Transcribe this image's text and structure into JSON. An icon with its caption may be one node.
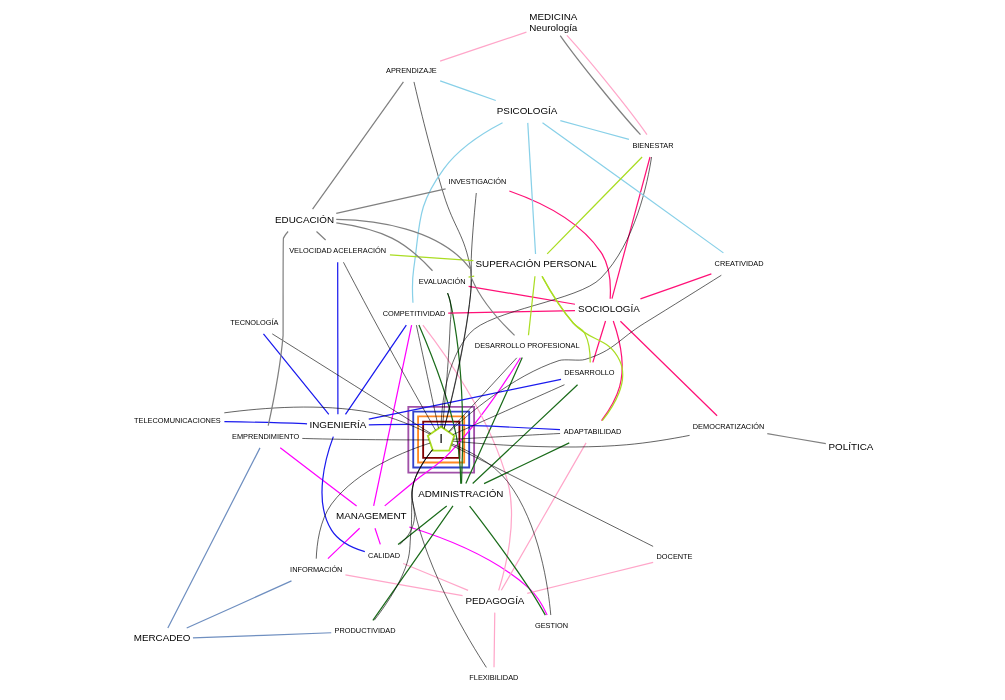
{
  "diagram": {
    "nodes": [
      {
        "text": [
          "MANAGEMENT"
        ]
      },
      {
        "text": [
          "PEDAGOGÍA"
        ]
      },
      {
        "text": [
          "ADMINISTRACIÓN"
        ]
      },
      {
        "text": [
          "MERCADEO"
        ]
      },
      {
        "text": [
          "INGENIERÍA"
        ]
      },
      {
        "text": [
          "CALIDAD"
        ]
      },
      {
        "text": [
          "TECNOLOGÍA"
        ]
      },
      {
        "text": [
          "DOCENTE"
        ]
      },
      {
        "text": [
          "FLEXIBILIDAD"
        ]
      },
      {
        "text": [
          "GESTION"
        ]
      },
      {
        "text": [
          "COMPETITIVIDAD"
        ]
      },
      {
        "text": [
          "ADAPTABILIDAD"
        ]
      },
      {
        "text": [
          "DEMOCRATIZACIÓN"
        ]
      },
      {
        "text": [
          "DESARROLLO"
        ]
      },
      {
        "text": [
          "SOCIOLOGÍA"
        ]
      },
      {
        "text": [],
        "shape": "box"
      },
      {
        "text": [],
        "shape": "box",
        "in": 15
      },
      {
        "text": [],
        "shape": "box",
        "in": 16
      },
      {
        "text": [],
        "shape": "box",
        "in": 17
      },
      {
        "text": [
          "I"
        ],
        "in": 18
      },
      {
        "text": [
          "INFORMACIÓN"
        ]
      },
      {
        "text": [
          "TELECOMUNICACIONES"
        ]
      },
      {
        "text": [
          "PSICOLOGÍA"
        ]
      },
      {
        "text": [
          "BIENESTAR"
        ]
      },
      {
        "text": [
          "INVESTIGACIÓN"
        ]
      },
      {
        "text": [
          "CREATIVIDAD"
        ]
      },
      {
        "text": [
          "SUPERACIÓN PERSONAL"
        ]
      },
      {
        "text": [
          "EVALUACIÓN"
        ]
      },
      {
        "text": [
          "PRODUCTIVIDAD"
        ]
      },
      {
        "text": [
          "EMPRENDIMIENTO"
        ]
      },
      {
        "text": [
          "APRENDIZAJE"
        ]
      },
      {
        "text": [
          "DESARROLLO PROFESIONAL"
        ]
      },
      {
        "text": [
          "VELOCIDAD ACELERACIÓN"
        ]
      },
      {
        "text": [
          "POLÍTICA"
        ]
      },
      {
        "text": [
          "EDUCACIÓN"
        ]
      },
      {
        "text": [
          "MEDICINA",
          "Neurología"
        ]
      }
    ],
    "edges": [
      {
        "from": 19,
        "to": 5,
        "arrow": "none"
      },
      {
        "from": 19,
        "to": 6,
        "arrow": "none"
      },
      {
        "from": 19,
        "to": 7,
        "arrow": "none"
      },
      {
        "from": 19,
        "to": 8,
        "arrow": "none"
      },
      {
        "from": 19,
        "to": 9,
        "arrow": "none"
      },
      {
        "from": 19,
        "to": 10,
        "arrow": "none"
      },
      {
        "from": 19,
        "to": 11,
        "arrow": "none"
      },
      {
        "from": 19,
        "to": 13,
        "arrow": "none"
      },
      {
        "from": 19,
        "to": 21,
        "arrow": "none"
      },
      {
        "from": 19,
        "to": 23,
        "arrow": "none"
      },
      {
        "from": 19,
        "to": 27,
        "arrow": "none"
      },
      {
        "from": 19,
        "to": 12,
        "arrow": "none"
      },
      {
        "from": 19,
        "to": 20,
        "arrow": "none"
      },
      {
        "from": 19,
        "to": 24,
        "arrow": "none"
      },
      {
        "from": 19,
        "to": 25,
        "arrow": "none"
      },
      {
        "from": 19,
        "to": 28,
        "arrow": "none"
      },
      {
        "from": 19,
        "to": 29,
        "arrow": "none"
      },
      {
        "from": 19,
        "to": 30,
        "arrow": "none"
      },
      {
        "from": 19,
        "to": 31,
        "arrow": "none"
      },
      {
        "from": 19,
        "to": 32,
        "arrow": "none"
      },
      {
        "from": 0,
        "to": 5,
        "arrow": "none",
        "color": "#ff00ff"
      },
      {
        "from": 0,
        "to": 20,
        "arrow": "none",
        "color": "#ff00ff"
      },
      {
        "from": 0,
        "to": 9,
        "arrow": "none",
        "color": "#ff00ff"
      },
      {
        "from": 0,
        "to": 10,
        "arrow": "none",
        "color": "#ff00ff"
      },
      {
        "from": 0,
        "to": 29,
        "arrow": "none",
        "color": "#ff00ff"
      },
      {
        "from": 0,
        "to": 31,
        "arrow": "none",
        "color": "#ff00ff"
      },
      {
        "from": 1,
        "to": 5,
        "arrow": "none",
        "color": "#ffa6c9"
      },
      {
        "from": 1,
        "to": 7,
        "arrow": "none",
        "color": "#ffa6c9"
      },
      {
        "from": 1,
        "to": 8,
        "arrow": "none",
        "color": "#ffa6c9"
      },
      {
        "from": 1,
        "to": 10,
        "arrow": "none",
        "color": "#ffa6c9"
      },
      {
        "from": 1,
        "to": 11,
        "arrow": "none",
        "color": "#ffa6c9"
      },
      {
        "from": 1,
        "to": 20,
        "arrow": "none",
        "color": "#ffa6c9"
      },
      {
        "from": 2,
        "to": 5,
        "arrow": "none",
        "color": "#1a6b1a"
      },
      {
        "from": 2,
        "to": 9,
        "arrow": "none",
        "color": "#1a6b1a"
      },
      {
        "from": 2,
        "to": 10,
        "arrow": "none",
        "color": "#1a6b1a"
      },
      {
        "from": 2,
        "to": 11,
        "arrow": "none",
        "color": "#1a6b1a"
      },
      {
        "from": 2,
        "to": 13,
        "arrow": "none",
        "color": "#1a6b1a"
      },
      {
        "from": 2,
        "to": 27,
        "arrow": "none",
        "color": "#1a6b1a"
      },
      {
        "from": 2,
        "to": 28,
        "arrow": "none",
        "color": "#1a6b1a"
      },
      {
        "from": 2,
        "to": 31,
        "arrow": "none",
        "color": "#1a6b1a"
      },
      {
        "from": 3,
        "to": 20,
        "arrow": "none",
        "color": "#6f8fc0"
      },
      {
        "from": 3,
        "to": 28,
        "arrow": "none",
        "color": "#6f8fc0"
      },
      {
        "from": 3,
        "to": 29,
        "arrow": "none",
        "color": "#6f8fc0"
      },
      {
        "from": 4,
        "to": 5,
        "arrow": "none",
        "color": "#1a1aee"
      },
      {
        "from": 4,
        "to": 6,
        "arrow": "none",
        "color": "#1a1aee"
      },
      {
        "from": 4,
        "to": 10,
        "arrow": "none",
        "color": "#1a1aee"
      },
      {
        "from": 4,
        "to": 11,
        "arrow": "none",
        "color": "#1a1aee"
      },
      {
        "from": 4,
        "to": 13,
        "arrow": "none",
        "color": "#1a1aee"
      },
      {
        "from": 4,
        "to": 21,
        "arrow": "none",
        "color": "#1a1aee"
      },
      {
        "from": 4,
        "to": 32,
        "arrow": "none",
        "color": "#1a1aee"
      },
      {
        "from": 14,
        "to": 10,
        "arrow": "none",
        "color": "#ff1177"
      },
      {
        "from": 14,
        "to": 11,
        "arrow": "none",
        "color": "#ff1177"
      },
      {
        "from": 14,
        "to": 13,
        "arrow": "none",
        "color": "#ff1177"
      },
      {
        "from": 14,
        "to": 23,
        "arrow": "none",
        "color": "#ff1177"
      },
      {
        "from": 14,
        "to": 27,
        "arrow": "none",
        "color": "#ff1177"
      },
      {
        "from": 14,
        "to": 12,
        "arrow": "none",
        "color": "#ff1177"
      },
      {
        "from": 14,
        "to": 24,
        "arrow": "none",
        "color": "#ff1177"
      },
      {
        "from": 14,
        "to": 25,
        "arrow": "none",
        "color": "#ff1177"
      },
      {
        "from": 22,
        "to": 25,
        "arrow": "none",
        "color": "#88d0e8"
      },
      {
        "from": 22,
        "to": 10,
        "arrow": "none",
        "color": "#88d0e8"
      },
      {
        "from": 22,
        "to": 30,
        "arrow": "none",
        "color": "#88d0e8"
      },
      {
        "from": 22,
        "to": 23,
        "arrow": "none",
        "color": "#88d0e8"
      },
      {
        "from": 22,
        "to": 26,
        "arrow": "none",
        "color": "#88d0e8"
      },
      {
        "from": 26,
        "to": 11,
        "arrow": "none",
        "color": "#aadd22"
      },
      {
        "from": 26,
        "to": 13,
        "arrow": "none",
        "color": "#aadd22"
      },
      {
        "from": 26,
        "to": 23,
        "arrow": "none",
        "color": "#aadd22"
      },
      {
        "from": 26,
        "to": 27,
        "arrow": "none",
        "color": "#aadd22"
      },
      {
        "from": 26,
        "to": 32,
        "arrow": "none",
        "color": "#aadd22"
      },
      {
        "from": 26,
        "to": 31,
        "arrow": "none",
        "color": "#aadd22"
      },
      {
        "from": 33,
        "to": 12,
        "arrow": "none",
        "color": "#808080"
      },
      {
        "from": 34,
        "to": 24,
        "arrow": "none",
        "color": "#808080"
      },
      {
        "from": 34,
        "to": 29,
        "arrow": "none",
        "color": "#808080"
      },
      {
        "from": 34,
        "to": 30,
        "arrow": "none",
        "color": "#808080"
      },
      {
        "from": 34,
        "to": 31,
        "arrow": "none",
        "color": "#808080"
      },
      {
        "from": 34,
        "to": 32,
        "arrow": "none",
        "color": "#808080"
      },
      {
        "from": 34,
        "to": 27,
        "arrow": "none",
        "color": "#808080"
      },
      {
        "from": 35,
        "to": 30,
        "arrow": "none",
        "color": "#ffa6c9"
      },
      {
        "from": 35,
        "to": 23,
        "arrow": "none",
        "color": "#ffa6c9"
      },
      {
        "from": 35,
        "to": 23,
        "arrow": "none",
        "color": "#808080"
      }
    ]
  }
}
